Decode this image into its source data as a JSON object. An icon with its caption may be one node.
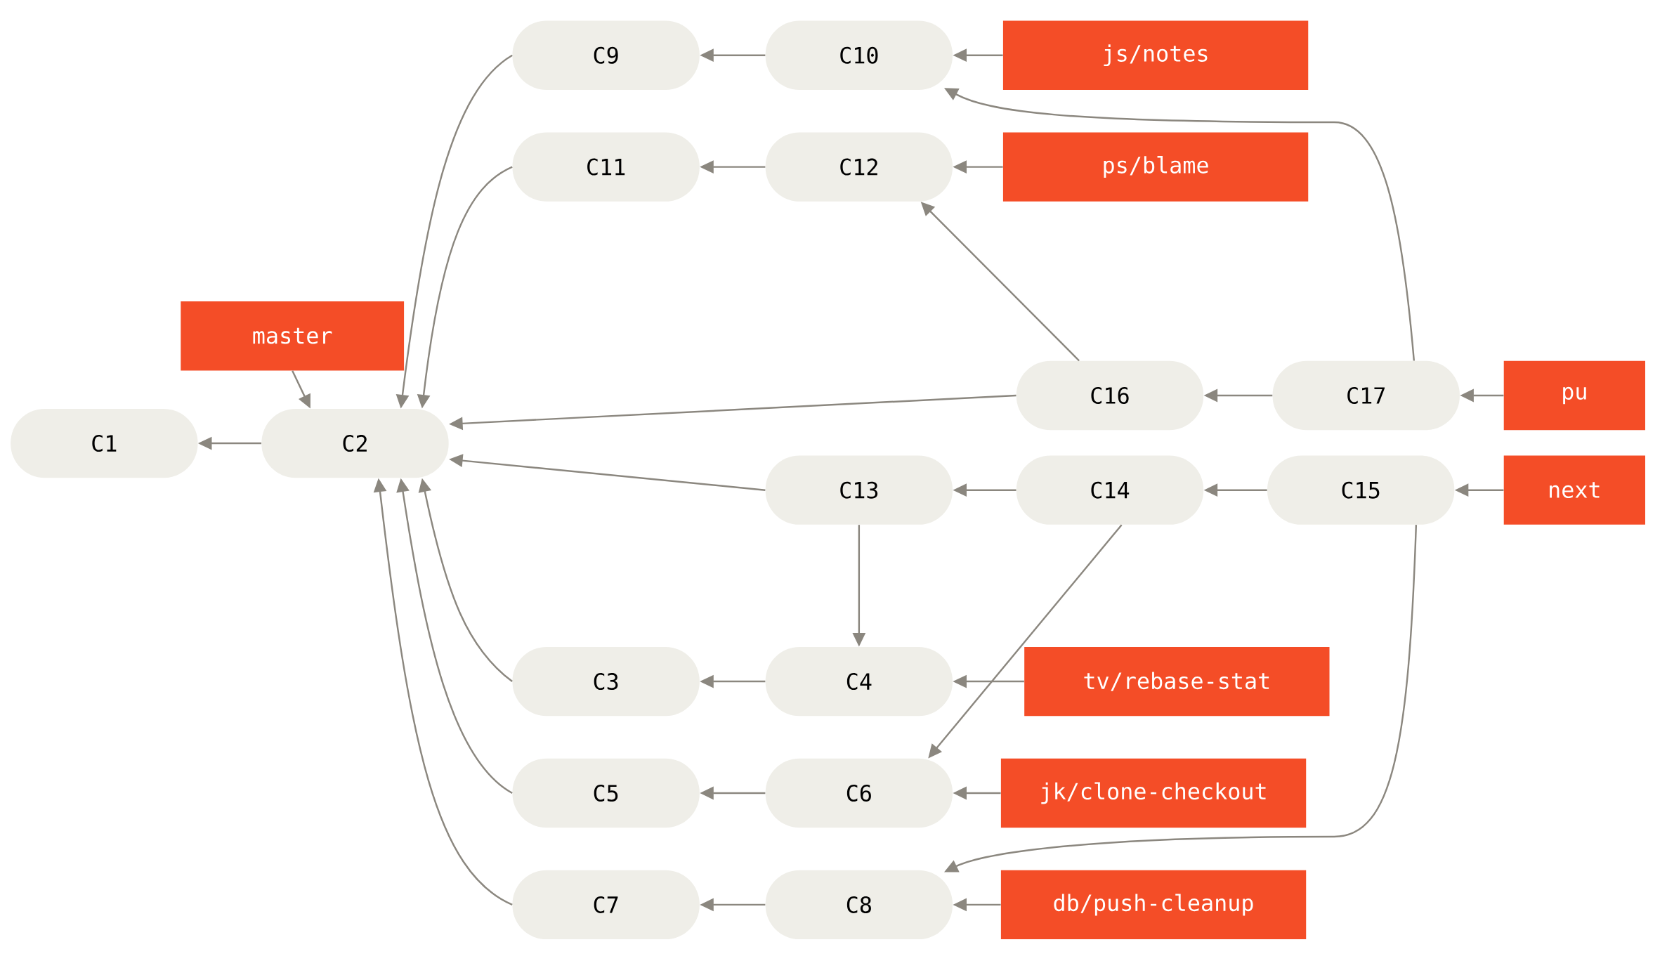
{
  "diagram": {
    "nodes": [
      {
        "text": [
          "C1"
        ]
      },
      {
        "text": [
          "C2"
        ]
      },
      {
        "text": [
          "master"
        ]
      },
      {
        "text": [
          "C9"
        ]
      },
      {
        "text": [
          "C10"
        ]
      },
      {
        "text": [
          "js/notes"
        ]
      },
      {
        "text": [
          "C11"
        ]
      },
      {
        "text": [
          "C12"
        ]
      },
      {
        "text": [
          "ps/blame"
        ]
      },
      {
        "text": [
          "C16"
        ]
      },
      {
        "text": [
          "C17"
        ]
      },
      {
        "text": [
          "pu"
        ]
      },
      {
        "text": [
          "C13"
        ]
      },
      {
        "text": [
          "C14"
        ]
      },
      {
        "text": [
          "C15"
        ]
      },
      {
        "text": [
          "next"
        ]
      },
      {
        "text": [
          "C3"
        ]
      },
      {
        "text": [
          "C4"
        ]
      },
      {
        "text": [
          "tv/rebase-stat"
        ]
      },
      {
        "text": [
          "C5"
        ]
      },
      {
        "text": [
          "C6"
        ]
      },
      {
        "text": [
          "jk/clone-checkout"
        ]
      },
      {
        "text": [
          "C7"
        ]
      },
      {
        "text": [
          "C8"
        ]
      },
      {
        "text": [
          "db/push-cleanup"
        ]
      }
    ],
    "edges": [
      {
        "from": 1,
        "to": 0,
        "arrow": "to"
      },
      {
        "from": 2,
        "to": 1,
        "arrow": "to"
      },
      {
        "from": 3,
        "to": 1,
        "arrow": "to"
      },
      {
        "from": 4,
        "to": 3,
        "arrow": "to"
      },
      {
        "from": 5,
        "to": 4,
        "arrow": "to"
      },
      {
        "from": 6,
        "to": 1,
        "arrow": "to"
      },
      {
        "from": 7,
        "to": 6,
        "arrow": "to"
      },
      {
        "from": 8,
        "to": 7,
        "arrow": "to"
      },
      {
        "from": 9,
        "to": 1,
        "arrow": "to"
      },
      {
        "from": 9,
        "to": 7,
        "arrow": "to"
      },
      {
        "from": 10,
        "to": 9,
        "arrow": "to"
      },
      {
        "from": 10,
        "to": 4,
        "arrow": "to"
      },
      {
        "from": 11,
        "to": 10,
        "arrow": "to"
      },
      {
        "from": 12,
        "to": 1,
        "arrow": "to"
      },
      {
        "from": 12,
        "to": 17,
        "arrow": "to"
      },
      {
        "from": 13,
        "to": 12,
        "arrow": "to"
      },
      {
        "from": 13,
        "to": 20,
        "arrow": "to"
      },
      {
        "from": 14,
        "to": 13,
        "arrow": "to"
      },
      {
        "from": 14,
        "to": 23,
        "arrow": "to"
      },
      {
        "from": 15,
        "to": 14,
        "arrow": "to"
      },
      {
        "from": 16,
        "to": 1,
        "arrow": "to"
      },
      {
        "from": 17,
        "to": 16,
        "arrow": "to"
      },
      {
        "from": 18,
        "to": 17,
        "arrow": "to"
      },
      {
        "from": 19,
        "to": 1,
        "arrow": "to"
      },
      {
        "from": 20,
        "to": 19,
        "arrow": "to"
      },
      {
        "from": 21,
        "to": 20,
        "arrow": "to"
      },
      {
        "from": 22,
        "to": 1,
        "arrow": "to"
      },
      {
        "from": 23,
        "to": 22,
        "arrow": "to"
      },
      {
        "from": 24,
        "to": 23,
        "arrow": "to"
      }
    ]
  }
}
